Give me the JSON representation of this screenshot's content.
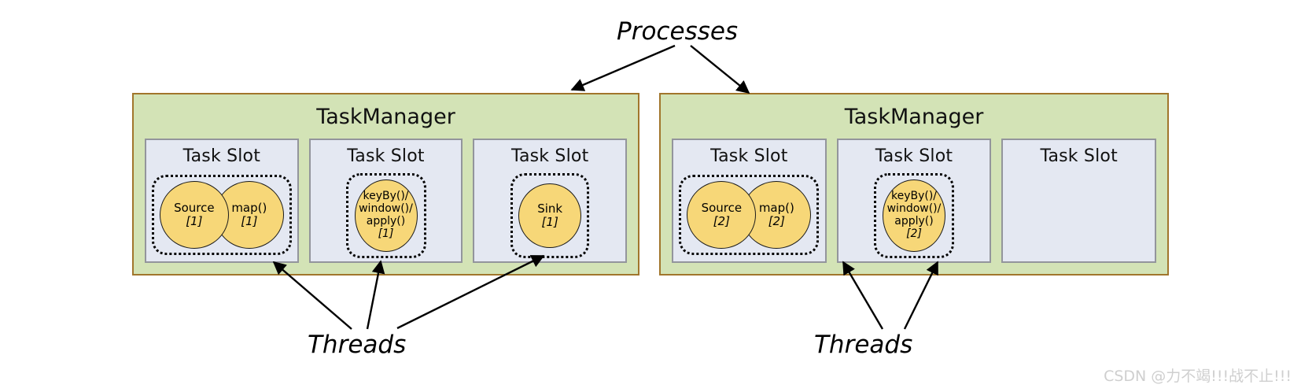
{
  "labels": {
    "processes": "Processes",
    "threads_left": "Threads",
    "threads_right": "Threads"
  },
  "watermark": "CSDN @力不竭!!!战不止!!!",
  "colors": {
    "taskmanager_fill": "#d3e3b6",
    "taskmanager_border": "#a1762c",
    "slot_fill": "#e4e8f2",
    "slot_border": "#93959c",
    "bubble_fill": "#f7d778",
    "bubble_border": "#1a1a1a",
    "arrow": "#000000",
    "watermark": "#cfcfcf"
  },
  "taskmanagers": [
    {
      "title": "TaskManager",
      "slots": [
        {
          "title": "Task Slot",
          "kind": "pair",
          "operators": [
            {
              "name": "Source",
              "index": "[1]"
            },
            {
              "name": "map()",
              "index": "[1]"
            }
          ]
        },
        {
          "title": "Task Slot",
          "kind": "single-tall",
          "operators": [
            {
              "name": "keyBy()/\nwindow()/\napply()",
              "line1": "keyBy()/",
              "line2": "window()/",
              "line3": "apply()",
              "index": "[1]"
            }
          ]
        },
        {
          "title": "Task Slot",
          "kind": "single-round",
          "operators": [
            {
              "name": "Sink",
              "index": "[1]"
            }
          ]
        }
      ]
    },
    {
      "title": "TaskManager",
      "slots": [
        {
          "title": "Task Slot",
          "kind": "pair",
          "operators": [
            {
              "name": "Source",
              "index": "[2]"
            },
            {
              "name": "map()",
              "index": "[2]"
            }
          ]
        },
        {
          "title": "Task Slot",
          "kind": "single-tall",
          "operators": [
            {
              "name": "keyBy()/\nwindow()/\napply()",
              "line1": "keyBy()/",
              "line2": "window()/",
              "line3": "apply()",
              "index": "[2]"
            }
          ]
        },
        {
          "title": "Task Slot",
          "kind": "empty",
          "operators": []
        }
      ]
    }
  ]
}
